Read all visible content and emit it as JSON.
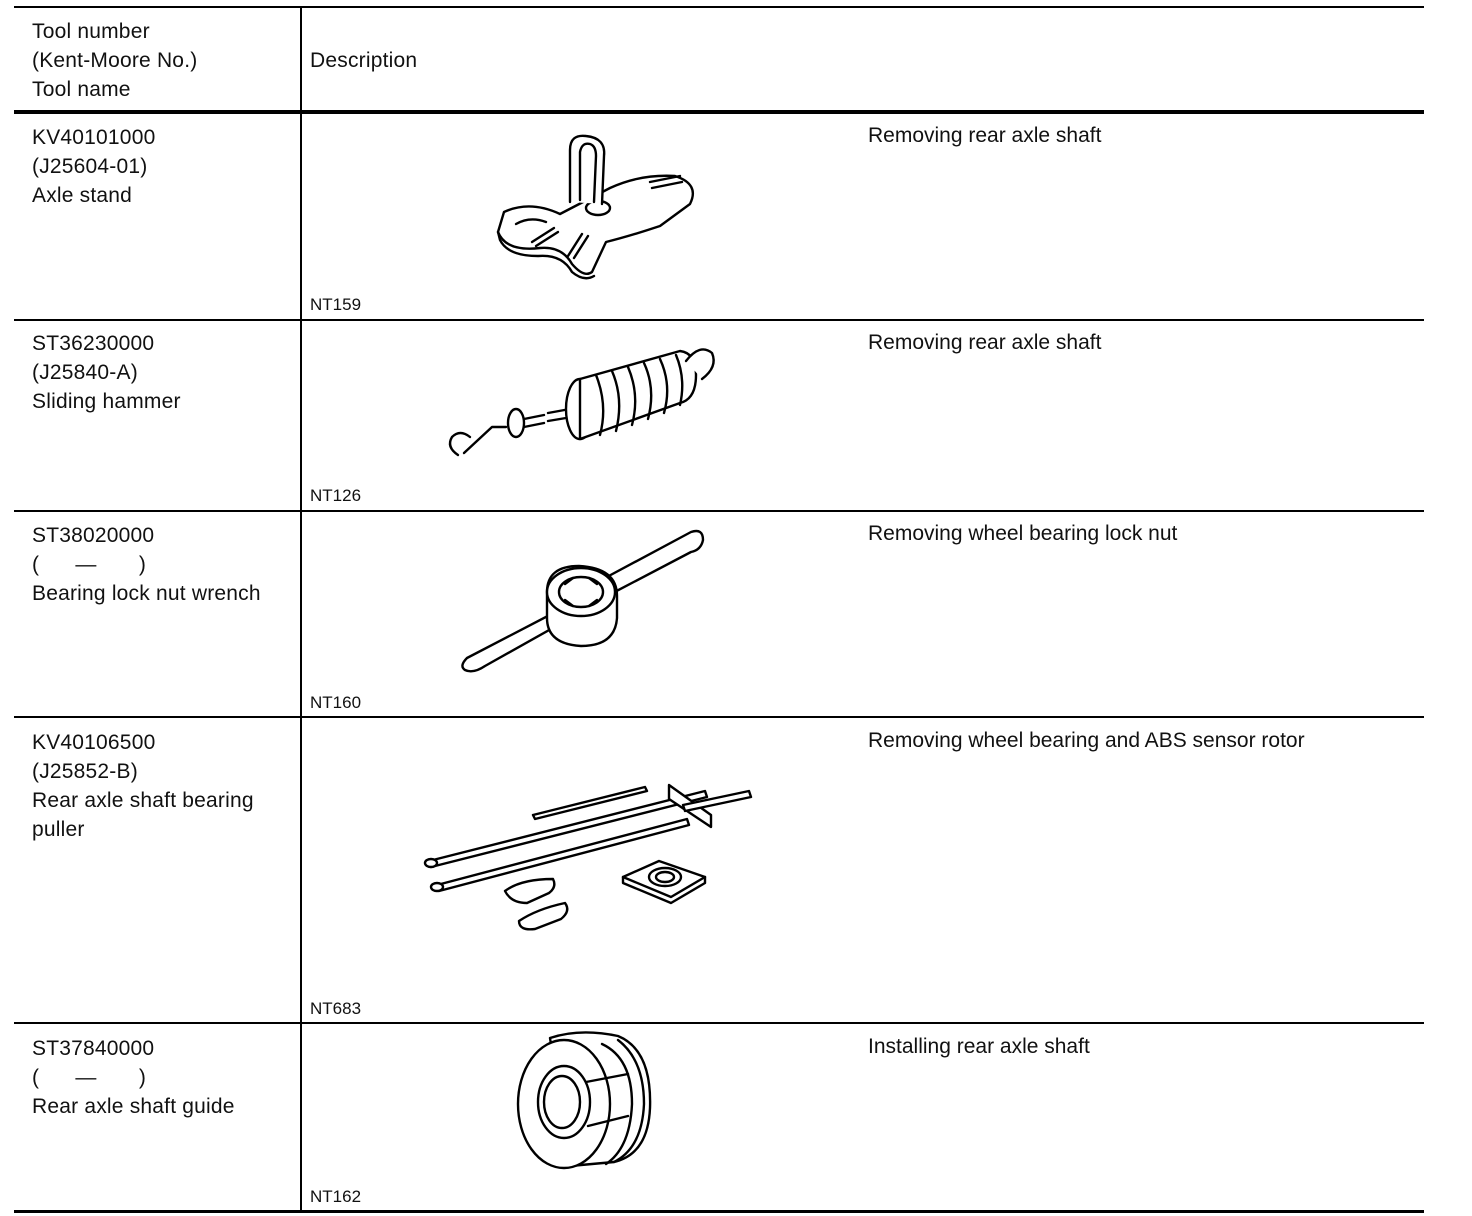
{
  "header": {
    "col1_line1": "Tool number",
    "col1_line2": "(Kent-Moore No.)",
    "col1_line3": "Tool name",
    "col2": "Description"
  },
  "rows": [
    {
      "tool_number": "KV40101000",
      "kent_moore": "(J25604-01)",
      "name_lines": [
        "Axle stand"
      ],
      "fig_code": "NT159",
      "description": "Removing rear axle shaft",
      "icon": "axle-stand-icon"
    },
    {
      "tool_number": "ST36230000",
      "kent_moore": "(J25840-A)",
      "name_lines": [
        "Sliding hammer"
      ],
      "fig_code": "NT126",
      "description": "Removing rear axle shaft",
      "icon": "sliding-hammer-icon"
    },
    {
      "tool_number": "ST38020000",
      "kent_moore": "(      —       )",
      "name_lines": [
        "Bearing lock nut wrench"
      ],
      "fig_code": "NT160",
      "description": "Removing wheel bearing lock nut",
      "icon": "lock-nut-wrench-icon"
    },
    {
      "tool_number": "KV40106500",
      "kent_moore": "(J25852-B)",
      "name_lines": [
        "Rear axle shaft bearing",
        "puller"
      ],
      "fig_code": "NT683",
      "description": "Removing wheel bearing and ABS sensor rotor",
      "icon": "bearing-puller-icon"
    },
    {
      "tool_number": "ST37840000",
      "kent_moore": "(      —       )",
      "name_lines": [
        "Rear axle shaft guide"
      ],
      "fig_code": "NT162",
      "description": "Installing rear axle shaft",
      "icon": "shaft-guide-icon"
    }
  ]
}
